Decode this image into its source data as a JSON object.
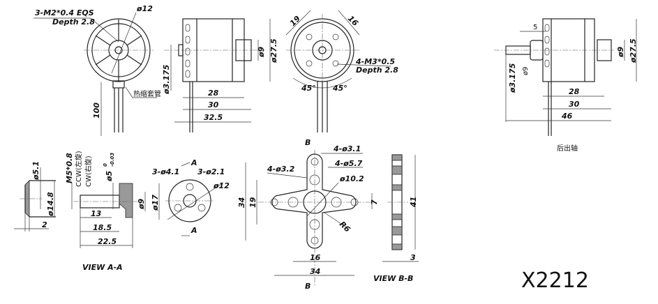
{
  "front_view": {
    "thread": "3-M2*0.4 EQS",
    "depth": "Depth 2.8",
    "dia": "ø12",
    "sleeve": "热缩套管",
    "lead_length": "100"
  },
  "side_view": {
    "shaft_dia": "ø3.175",
    "dia9": "ø9",
    "dia27": "ø27.5",
    "len28": "28",
    "len30": "30",
    "len32": "32.5"
  },
  "rear_view": {
    "dim19": "19",
    "dim16": "16",
    "thread": "4-M3*0.5",
    "depth": "Depth 2.8",
    "angle1": "45°",
    "angle2": "45°"
  },
  "rear_shaft_view": {
    "dim5": "5",
    "dia9_small": "ø9",
    "shaft_dia": "ø3.175",
    "dia9": "ø9",
    "dia27": "ø27.5",
    "len28": "28",
    "len30": "30",
    "len46": "46",
    "caption": "后出轴"
  },
  "washer": {
    "dia51": "ø5.1",
    "dia148": "ø14.8",
    "thick": "2"
  },
  "prop_adapter": {
    "thread": "M5*0.8",
    "ccw": "CCW(左旋)",
    "cw": "CW(右旋)",
    "bore": "ø5",
    "tol_upper": "0",
    "tol_lower": "-0.03",
    "dia9": "ø9",
    "dia17": "ø17",
    "len13": "13",
    "len185": "18.5",
    "len225": "22.5",
    "caption": "VIEW A-A"
  },
  "adapter_face": {
    "holes41": "3-ø4.1",
    "holes21": "3-ø2.1",
    "dia12": "ø12",
    "sec": "A"
  },
  "cross_mount": {
    "sec": "B",
    "h31": "4-ø3.1",
    "h32": "4-ø3.2",
    "h57": "4-ø5.7",
    "d102": "ø10.2",
    "h34": "34",
    "h19": "19",
    "d7": "7",
    "r6": "R6",
    "w16": "16",
    "w34": "34",
    "side41": "41",
    "side3": "3",
    "caption": "VIEW B-B"
  },
  "model": "X2212"
}
